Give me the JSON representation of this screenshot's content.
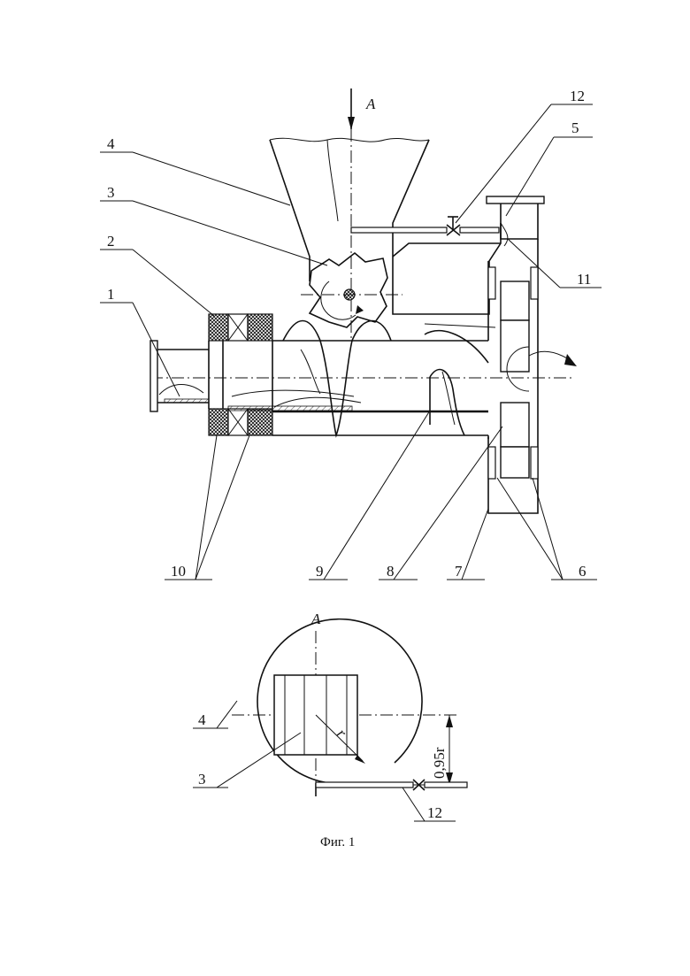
{
  "section_label": "A",
  "labels": {
    "l1": "1",
    "l2": "2",
    "l3": "3",
    "l4": "4",
    "l5": "5",
    "l6": "6",
    "l7": "7",
    "l8": "8",
    "l9": "9",
    "l10": "10",
    "l11": "11",
    "l12": "12"
  },
  "section_view": {
    "label_a": "A",
    "l4": "4",
    "l3": "3",
    "l12": "12",
    "radius": "r",
    "offset_dim": "0,95r"
  },
  "caption": "Фиг. 1"
}
